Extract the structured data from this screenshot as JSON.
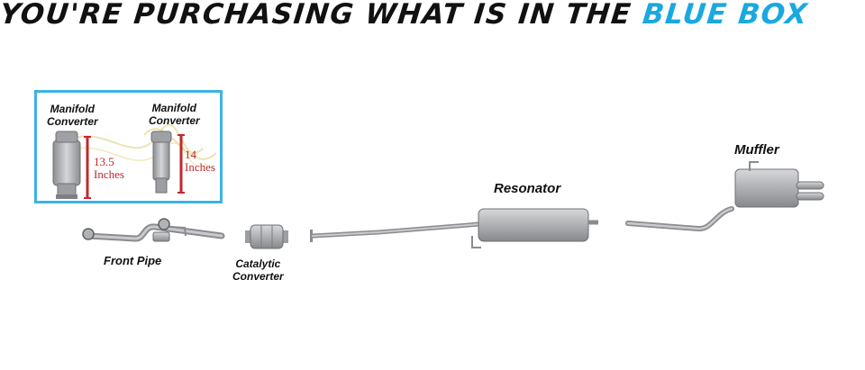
{
  "header": {
    "headline_prefix": "YOU'RE PURCHASING WHAT IS IN THE ",
    "headline_accent": "BLUE BOX",
    "accent_color": "#1aa8e0"
  },
  "blue_box": {
    "border_color": "#3cb3e6",
    "items": [
      {
        "label_line1": "Manifold",
        "label_line2": "Converter",
        "dim_value": "13.5",
        "dim_unit": "Inches"
      },
      {
        "label_line1": "Manifold",
        "label_line2": "Converter",
        "dim_value": "14",
        "dim_unit": "Inches"
      }
    ],
    "dimension_color": "#c0282c"
  },
  "parts": {
    "front_pipe": "Front Pipe",
    "catalytic_line1": "Catalytic",
    "catalytic_line2": "Converter",
    "resonator": "Resonator",
    "muffler": "Muffler"
  },
  "pipe_color": "#a4a6aa"
}
